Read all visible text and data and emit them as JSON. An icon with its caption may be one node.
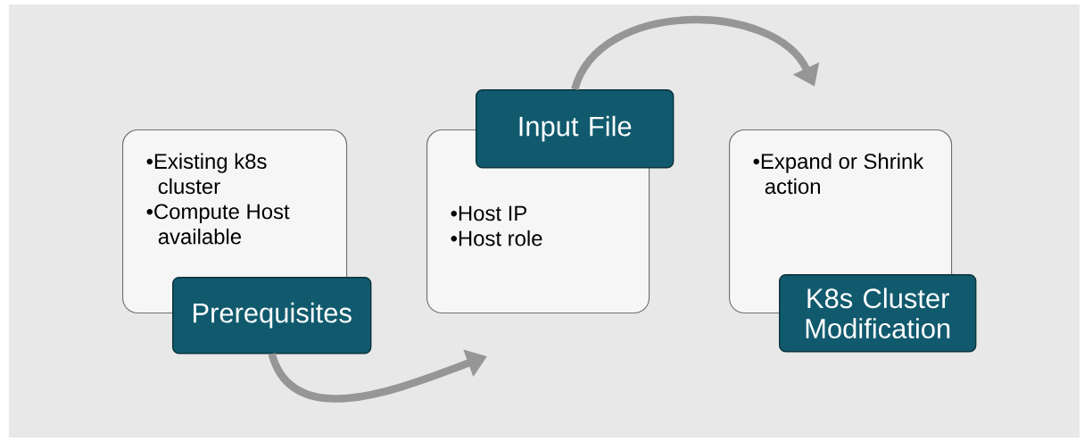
{
  "diagram": {
    "nodes": [
      {
        "text": [
          "•Existing k8s cluster",
          "•Compute Host available"
        ]
      },
      {
        "text": [
          "Prerequisites"
        ]
      },
      {
        "text": [
          "•Host IP",
          "•Host role"
        ]
      },
      {
        "text": [
          "Input File"
        ]
      },
      {
        "text": [
          "•Expand or Shrink action"
        ]
      },
      {
        "text": [
          "K8s Cluster Modification"
        ]
      }
    ],
    "edges": [
      {
        "from": 1,
        "to": 2,
        "arrow": "to"
      },
      {
        "from": 3,
        "to": 4,
        "arrow": "to"
      }
    ]
  }
}
